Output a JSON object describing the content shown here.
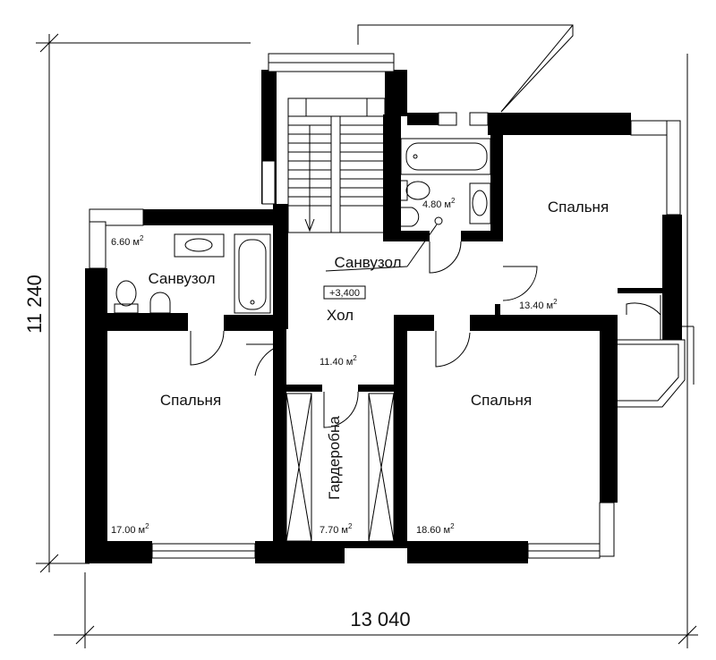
{
  "dimensions": {
    "width_label": "13 040",
    "height_label": "11 240"
  },
  "level_mark": "+3,400",
  "area_unit": "м",
  "area_sup": "2",
  "rooms": [
    {
      "id": "bedroom-ne",
      "name": "Спальня",
      "area": "13.40"
    },
    {
      "id": "bathroom-left",
      "name": "Санвузол",
      "area": "6.60"
    },
    {
      "id": "bathroom-center",
      "name": "Санвузол",
      "area": "4.80"
    },
    {
      "id": "hall",
      "name": "Хол",
      "area": "11.40"
    },
    {
      "id": "bedroom-sw",
      "name": "Спальня",
      "area": "17.00"
    },
    {
      "id": "bedroom-se",
      "name": "Спальня",
      "area": "18.60"
    },
    {
      "id": "wardrobe",
      "name": "Гардеробна",
      "area": "7.70"
    }
  ]
}
